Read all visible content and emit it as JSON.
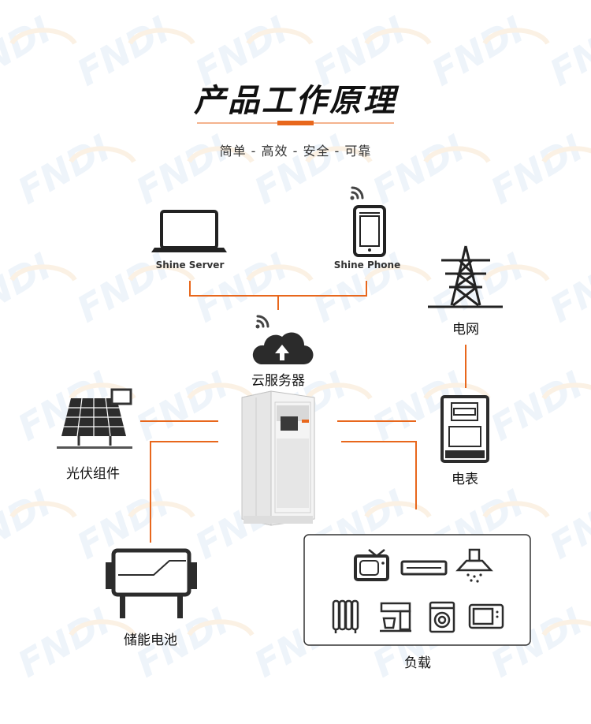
{
  "header": {
    "title": "产品工作原理",
    "subtitle": "简单 - 高效 - 安全 - 可靠"
  },
  "watermark": {
    "text": "FNDI"
  },
  "nodes": {
    "server": {
      "label": "Shine Server",
      "icon": "laptop-icon"
    },
    "phone": {
      "label": "Shine Phone",
      "icon": "smartphone-icon"
    },
    "cloud": {
      "label": "云服务器",
      "icon": "cloud-upload-icon"
    },
    "grid": {
      "label": "电网",
      "icon": "power-tower-icon"
    },
    "pv": {
      "label": "光伏组件",
      "icon": "solar-panel-icon"
    },
    "meter": {
      "label": "电表",
      "icon": "electric-meter-icon"
    },
    "battery": {
      "label": "储能电池",
      "icon": "battery-module-icon"
    },
    "load": {
      "label": "负载",
      "icon": "appliances-icon"
    },
    "inverter": {
      "icon": "energy-storage-cabinet-icon"
    }
  },
  "colors": {
    "accent": "#e8671c",
    "line_dark": "#333333",
    "watermark": "#eef4fa"
  }
}
